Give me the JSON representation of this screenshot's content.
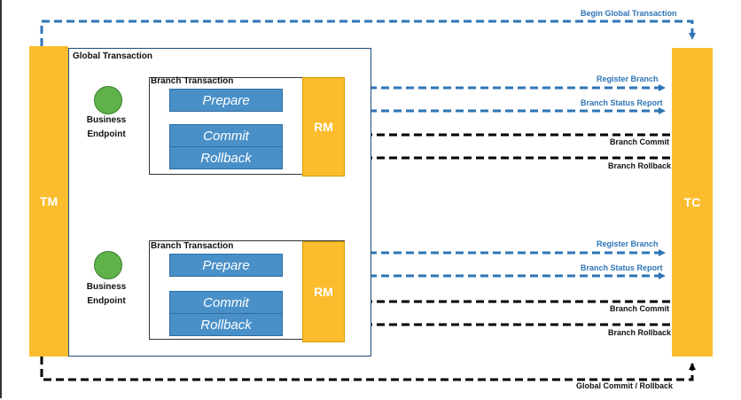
{
  "tm": "TM",
  "tc": "TC",
  "global_transaction": "Global Transaction",
  "begin_global": "Begin Global Transaction",
  "global_commit_rollback": "Global Commit / Rollback",
  "branches": [
    {
      "title": "Branch Transaction",
      "endpoint_line1": "Business",
      "endpoint_line2": "Endpoint",
      "prepare": "Prepare",
      "commit": "Commit",
      "rollback": "Rollback",
      "rm": "RM",
      "register_branch": "Register Branch",
      "status_report": "Branch Status Report",
      "branch_commit": "Branch Commit",
      "branch_rollback": "Branch Rollback"
    },
    {
      "title": "Branch Transaction",
      "endpoint_line1": "Business",
      "endpoint_line2": "Endpoint",
      "prepare": "Prepare",
      "commit": "Commit",
      "rollback": "Rollback",
      "rm": "RM",
      "register_branch": "Register Branch",
      "status_report": "Branch Status Report",
      "branch_commit": "Branch Commit",
      "branch_rollback": "Branch Rollback"
    }
  ],
  "colors": {
    "yellow": "#FBBD2E",
    "blue": "#2E75B6",
    "black": "#000000",
    "red": "#E8291C",
    "green": "#5FB14A"
  }
}
